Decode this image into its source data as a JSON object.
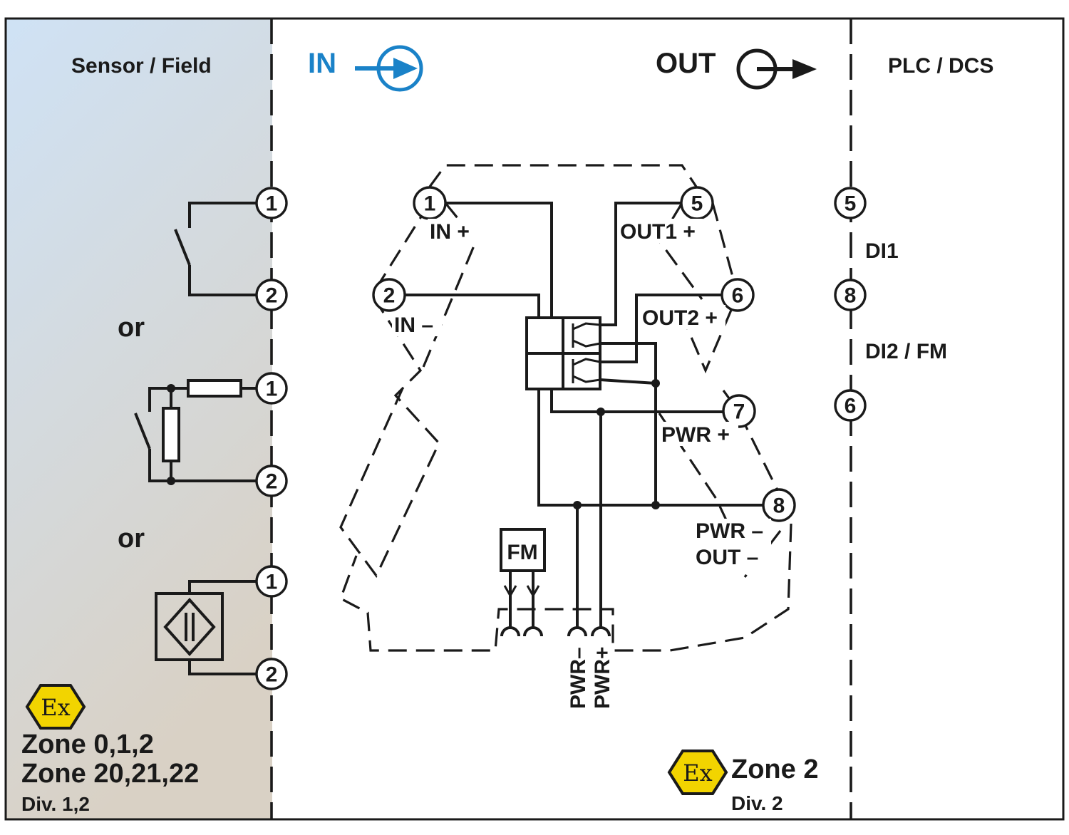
{
  "header": {
    "sensor_field": "Sensor / Field",
    "in_label": "IN",
    "out_label": "OUT",
    "plc_dcs": "PLC / DCS"
  },
  "sensor_options": {
    "or_1": "or",
    "or_2": "or"
  },
  "terminals": {
    "t1": "1",
    "t2": "2",
    "t5": "5",
    "t6": "6",
    "t7": "7",
    "t8": "8"
  },
  "module_labels": {
    "in_plus": "IN +",
    "in_minus": "IN –",
    "out1_plus": "OUT1 +",
    "out2_plus": "OUT2 +",
    "pwr_plus": "PWR +",
    "pwr_minus": "PWR –",
    "out_minus": "OUT –",
    "fm": "FM",
    "pwr_minus_bus": "PWR–",
    "pwr_plus_bus": "PWR+"
  },
  "plc_labels": {
    "di1": "DI1",
    "di2_fm": "DI2 / FM"
  },
  "hazard_area": {
    "ex_symbol": "Ex",
    "zone_line1": "Zone 0,1,2",
    "zone_line2": "Zone 20,21,22",
    "div": "Div. 1,2"
  },
  "safe_area": {
    "ex_symbol": "Ex",
    "zone": "Zone 2",
    "div": "Div. 2"
  },
  "colors": {
    "in_accent": "#1a82c8",
    "hazard_gradient_top": "#cfe2f5",
    "hazard_gradient_bottom": "#d6d0c6",
    "ex_yellow": "#f2d400",
    "line": "#1a1a1a"
  }
}
